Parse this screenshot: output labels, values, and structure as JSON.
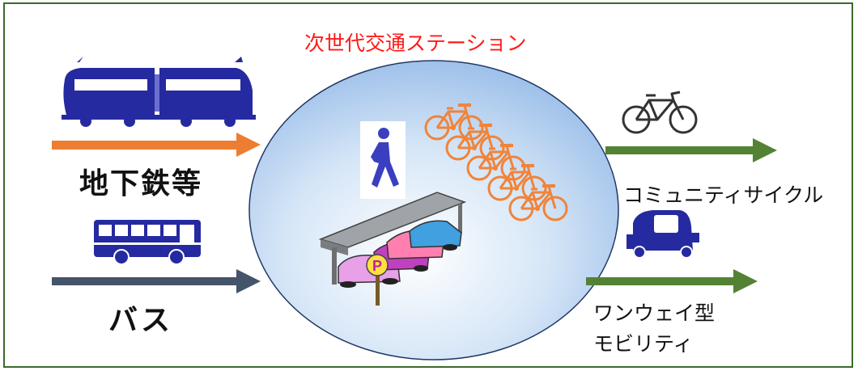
{
  "diagram": {
    "title": "次世代交通ステーション",
    "inputs": [
      {
        "label": "地下鉄等",
        "icon": "tram-icon",
        "arrow_color": "#ed7d31"
      },
      {
        "label": "バス",
        "icon": "bus-icon",
        "arrow_color": "#44546a"
      }
    ],
    "station_icons": [
      "pedestrian-icon",
      "bicycle-rack-icon",
      "parking-garage-icon",
      "parking-sign-icon"
    ],
    "parking_sign_letter": "P",
    "outputs": [
      {
        "label": "コミュニティサイクル",
        "icon": "bicycle-icon",
        "arrow_color": "#548235"
      },
      {
        "label_line1": "ワンウェイ型",
        "label_line2": "モビリティ",
        "icon": "small-ev-icon",
        "arrow_color": "#548235"
      }
    ]
  }
}
